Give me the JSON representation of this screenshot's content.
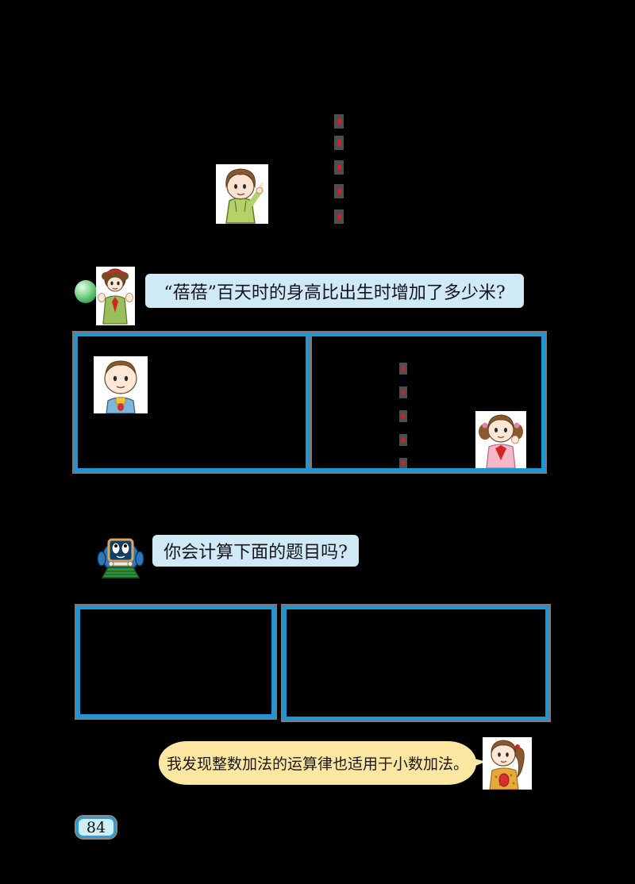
{
  "page": {
    "number": "84"
  },
  "questions": {
    "q1": "“蓓蓓”百天时的身高比出生时增加了多少米?",
    "q2": "你会计算下面的题目吗?"
  },
  "bubble": {
    "text": "我发现整数加法的运算律也适用于小数加法。"
  },
  "decimal_markers": {
    "top_column_count": 5,
    "answer_box_count": 5,
    "dot_color": "#e11a28"
  },
  "icons": {
    "green_bead": "green-bead-icon",
    "teacher": "teacher-character",
    "boy_pointing": "boy-pointing-character",
    "baby": "baby-character",
    "girl_red_scarf": "girl-red-scarf-character",
    "computer_mascot": "computer-mascot-character",
    "girl_ponytail": "girl-ponytail-character"
  },
  "colors": {
    "page_background": "#000000",
    "box_border_blue": "#2095d2",
    "question_strip_blue": "#cfe9f5",
    "speech_bubble_yellow": "#fbe6a2",
    "red_dot": "#e11a28",
    "shadow_gray": "#7b7b7b",
    "page_badge_fill": "#cdeefb"
  }
}
